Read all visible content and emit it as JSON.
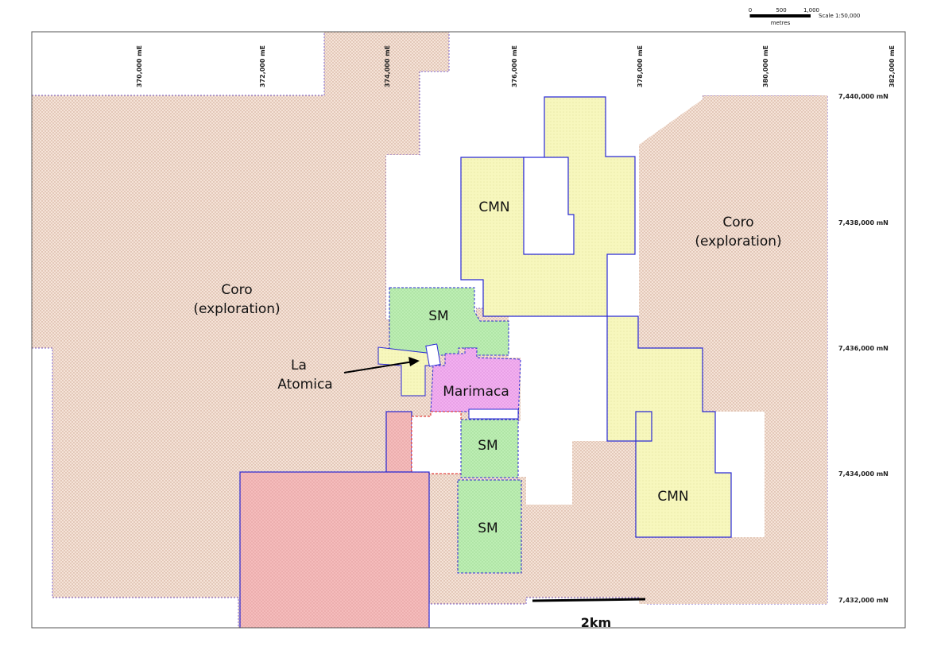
{
  "scale_header": {
    "tick_0": "0",
    "tick_500": "500",
    "tick_1000": "1,000",
    "scale_text": "Scale 1:50,000",
    "unit": "metres"
  },
  "eastings": [
    "370,000 mE",
    "372,000 mE",
    "374,000 mE",
    "376,000 mE",
    "378,000 mE",
    "380,000 mE",
    "382,000 mE"
  ],
  "northings": [
    "7,440,000 mN",
    "7,438,000 mN",
    "7,436,000 mN",
    "7,434,000 mN",
    "7,432,000 mN"
  ],
  "labels": {
    "coro_left_line1": "Coro",
    "coro_left_line2": "(exploration)",
    "coro_right_line1": "Coro",
    "coro_right_line2": "(exploration)",
    "cmn_top": "CMN",
    "cmn_bottom": "CMN",
    "sm_top": "SM",
    "sm_middle": "SM",
    "sm_bottom": "SM",
    "marimaca": "Marimaca",
    "la_atomica_line1": "La",
    "la_atomica_line2": "Atomica",
    "scale_bar": "2km"
  },
  "colors": {
    "coro_fill": "#f3dccf",
    "coro_dot": "#c99c83",
    "cmn_fill": "#f6f6b4",
    "sm_fill": "#b9ecb0",
    "marimaca_fill": "#f0a8ee",
    "red_block_fill": "#f4b4b4",
    "outline_blue": "#2a2ad6",
    "outline_purple": "#7a5cc9",
    "outline_red": "#e02020"
  }
}
